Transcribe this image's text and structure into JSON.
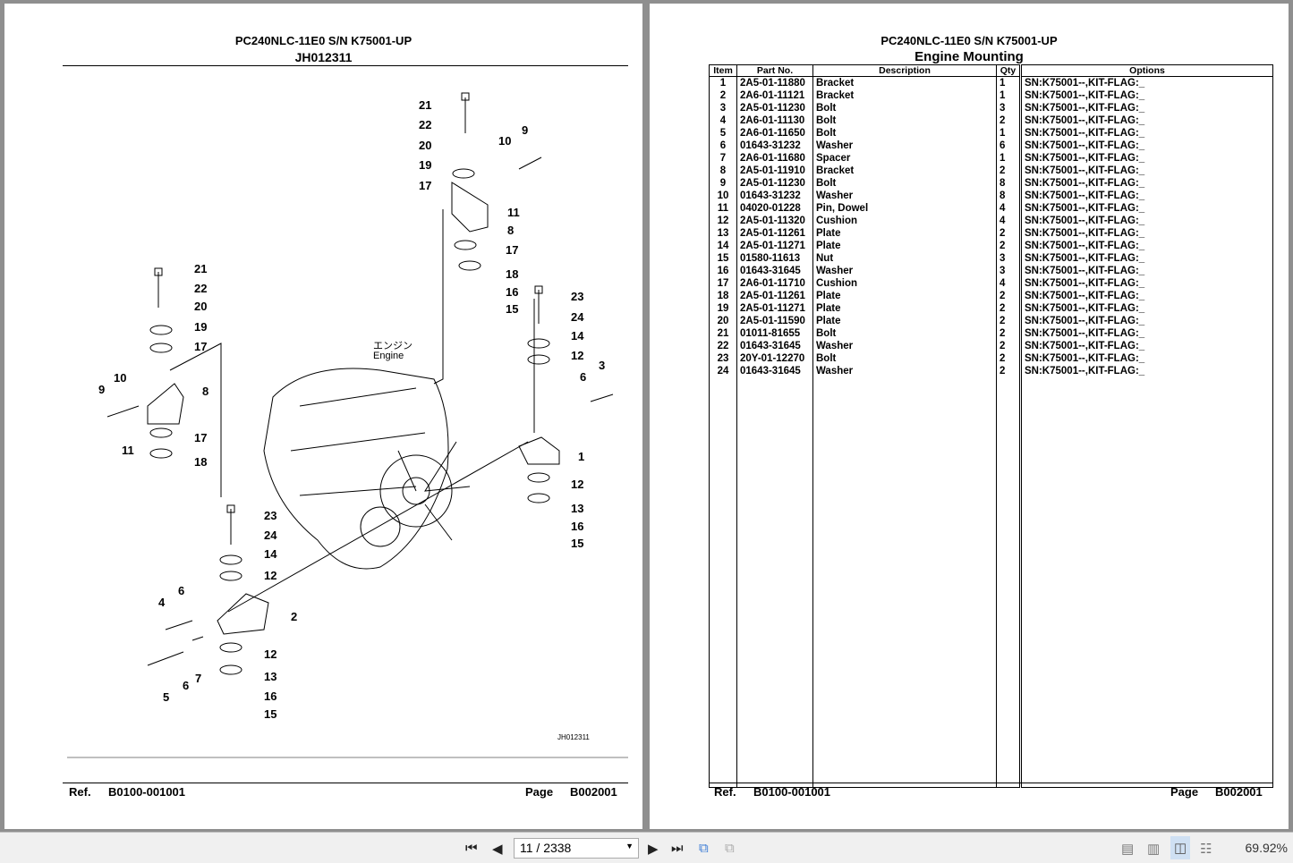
{
  "left_page": {
    "model": "PC240NLC-11E0 S/N K75001-UP",
    "drawing_no": "JH012311",
    "ref_label": "Ref.",
    "ref": "B0100-001001",
    "page_label": "Page",
    "page": "B002001",
    "engine_label_jp": "エンジン",
    "engine_label": "Engine",
    "drawing_code": "JH012311",
    "callouts": [
      "21",
      "22",
      "20",
      "19",
      "17",
      "10",
      "9",
      "11",
      "8",
      "17",
      "18",
      "16",
      "15",
      "21",
      "22",
      "20",
      "19",
      "17",
      "10",
      "9",
      "8",
      "11",
      "17",
      "18",
      "23",
      "24",
      "14",
      "12",
      "6",
      "3",
      "1",
      "12",
      "13",
      "16",
      "15",
      "23",
      "24",
      "14",
      "12",
      "2",
      "4",
      "6",
      "12",
      "13",
      "16",
      "15",
      "5",
      "6",
      "7"
    ]
  },
  "right_page": {
    "model": "PC240NLC-11E0 S/N K75001-UP",
    "title": "Engine Mounting",
    "ref_label": "Ref.",
    "ref": "B0100-001001",
    "page_label": "Page",
    "page": "B002001",
    "columns": [
      "Item",
      "Part No.",
      "Description",
      "Qty",
      "Options"
    ],
    "rows": [
      [
        "1",
        "2A5-01-11880",
        "Bracket",
        "1",
        "SN:K75001--,KIT-FLAG:_"
      ],
      [
        "2",
        "2A6-01-11121",
        "Bracket",
        "1",
        "SN:K75001--,KIT-FLAG:_"
      ],
      [
        "3",
        "2A5-01-11230",
        "Bolt",
        "3",
        "SN:K75001--,KIT-FLAG:_"
      ],
      [
        "4",
        "2A6-01-11130",
        "Bolt",
        "2",
        "SN:K75001--,KIT-FLAG:_"
      ],
      [
        "5",
        "2A6-01-11650",
        "Bolt",
        "1",
        "SN:K75001--,KIT-FLAG:_"
      ],
      [
        "6",
        "01643-31232",
        "Washer",
        "6",
        "SN:K75001--,KIT-FLAG:_"
      ],
      [
        "7",
        "2A6-01-11680",
        "Spacer",
        "1",
        "SN:K75001--,KIT-FLAG:_"
      ],
      [
        "8",
        "2A5-01-11910",
        "Bracket",
        "2",
        "SN:K75001--,KIT-FLAG:_"
      ],
      [
        "9",
        "2A5-01-11230",
        "Bolt",
        "8",
        "SN:K75001--,KIT-FLAG:_"
      ],
      [
        "10",
        "01643-31232",
        "Washer",
        "8",
        "SN:K75001--,KIT-FLAG:_"
      ],
      [
        "11",
        "04020-01228",
        "Pin, Dowel",
        "4",
        "SN:K75001--,KIT-FLAG:_"
      ],
      [
        "12",
        "2A5-01-11320",
        "Cushion",
        "4",
        "SN:K75001--,KIT-FLAG:_"
      ],
      [
        "13",
        "2A5-01-11261",
        "Plate",
        "2",
        "SN:K75001--,KIT-FLAG:_"
      ],
      [
        "14",
        "2A5-01-11271",
        "Plate",
        "2",
        "SN:K75001--,KIT-FLAG:_"
      ],
      [
        "15",
        "01580-11613",
        "Nut",
        "3",
        "SN:K75001--,KIT-FLAG:_"
      ],
      [
        "16",
        "01643-31645",
        "Washer",
        "3",
        "SN:K75001--,KIT-FLAG:_"
      ],
      [
        "17",
        "2A6-01-11710",
        "Cushion",
        "4",
        "SN:K75001--,KIT-FLAG:_"
      ],
      [
        "18",
        "2A5-01-11261",
        "Plate",
        "2",
        "SN:K75001--,KIT-FLAG:_"
      ],
      [
        "19",
        "2A5-01-11271",
        "Plate",
        "2",
        "SN:K75001--,KIT-FLAG:_"
      ],
      [
        "20",
        "2A5-01-11590",
        "Plate",
        "2",
        "SN:K75001--,KIT-FLAG:_"
      ],
      [
        "21",
        "01011-81655",
        "Bolt",
        "2",
        "SN:K75001--,KIT-FLAG:_"
      ],
      [
        "22",
        "01643-31645",
        "Washer",
        "2",
        "SN:K75001--,KIT-FLAG:_"
      ],
      [
        "23",
        "20Y-01-12270",
        "Bolt",
        "2",
        "SN:K75001--,KIT-FLAG:_"
      ],
      [
        "24",
        "01643-31645",
        "Washer",
        "2",
        "SN:K75001--,KIT-FLAG:_"
      ]
    ]
  },
  "toolbar": {
    "page_value": "11 / 2338",
    "zoom": "69.92%"
  }
}
